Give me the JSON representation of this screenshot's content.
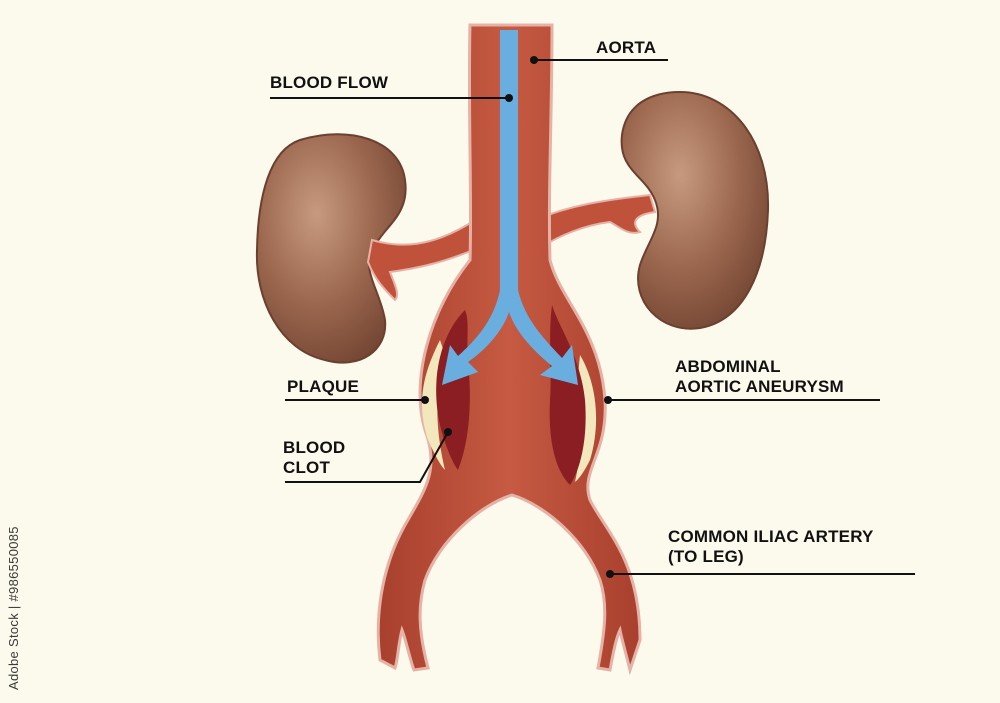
{
  "labels": {
    "aorta": "AORTA",
    "blood_flow": "BLOOD FLOW",
    "plaque": "PLAQUE",
    "blood_clot_line1": "BLOOD",
    "blood_clot_line2": "CLOT",
    "aneurysm_line1": "ABDOMINAL",
    "aneurysm_line2": "AORTIC ANEURYSM",
    "iliac_line1": "COMMON ILIAC ARTERY",
    "iliac_line2": "(TO LEG)"
  },
  "stock_id": "Adobe Stock | #986550085",
  "colors": {
    "background": "#fcfaec",
    "artery": "#c0523c",
    "artery_outline": "#e6b2a6",
    "kidney": "#94604a",
    "flow_arrow": "#6aaee0",
    "clot": "#8a1e22",
    "plaque": "#f2e7bd"
  }
}
